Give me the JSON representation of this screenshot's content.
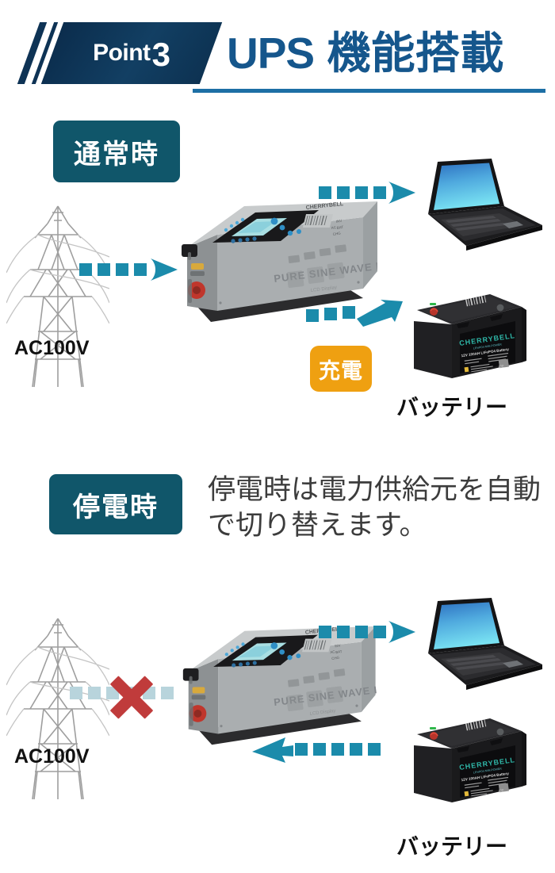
{
  "header": {
    "point_word": "Point",
    "point_number": "3",
    "title_latin": "UPS",
    "title_jp": "機能搭載",
    "accent_navy": "#0E3355",
    "accent_blue": "#15568C",
    "rule_color": "#1D6FA5"
  },
  "sections": [
    {
      "badge": "通常時",
      "badge_color": "#10566A",
      "source_label": "AC100V",
      "battery_label": "バッテリー",
      "charge_badge": "充電",
      "charge_badge_color": "#EFA011",
      "flow": "grid-to-inverter-to-laptop-and-battery",
      "arrow_color": "#1B8BAB"
    },
    {
      "badge": "停電時",
      "badge_color": "#10566A",
      "description": "停電時は電力供給元を自動で切り替えます。",
      "source_label": "AC100V",
      "battery_label": "バッテリー",
      "blocked": true,
      "blocked_marker": "×",
      "blocked_color": "#C03B3B",
      "faded_arrow_color": "#B8D4DC",
      "flow": "battery-to-inverter-to-laptop",
      "arrow_color": "#1B8BAB"
    }
  ],
  "devices": {
    "inverter": {
      "brand": "CHERRYBELL",
      "model_text": "PURE SINE WAVE INVERTER",
      "sub_text": "LCD Display",
      "indicator_labels": [
        "INV",
        "AC",
        "BAT"
      ],
      "body_color": "#B9BCBE",
      "panel_color": "#1C1C1E",
      "lcd_color": "#AEE3E6",
      "positive_terminal_color": "#C0362C"
    },
    "laptop": {
      "screen_top_color": "#2A77C4",
      "screen_bottom_color": "#6FD9EE",
      "body_color": "#141414"
    },
    "battery": {
      "brand": "CHERRYBELL",
      "spec_line": "12V 100AH    LiFePO4 Battery",
      "sub_line": "LiFePO4 MIN POWER",
      "body_color": "#1A1A1C",
      "brand_color": "#2FB7A8"
    },
    "pylon": {
      "name": "transmission-tower",
      "line_color": "#9A9A9A"
    }
  }
}
